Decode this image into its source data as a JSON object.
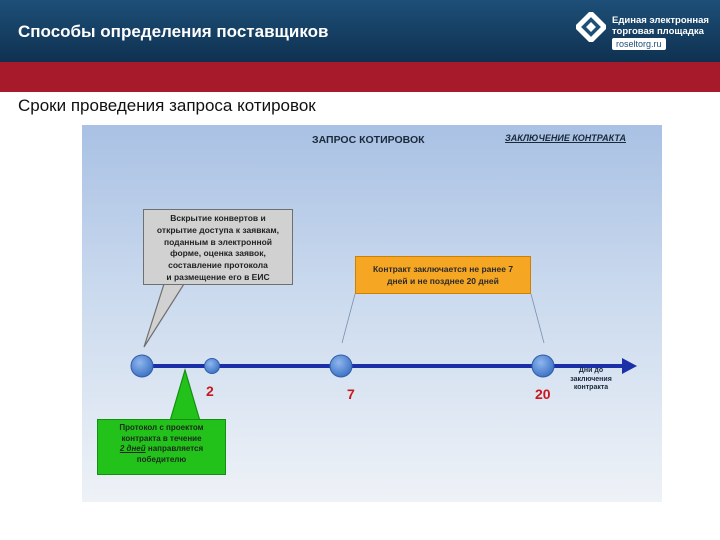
{
  "header": {
    "title": "Способы определения поставщиков",
    "logo": {
      "line1": "Единая электронная",
      "line2": "торговая площадка",
      "url": "roseltorg.ru"
    }
  },
  "subtitle": "Сроки проведения запроса котировок",
  "diagram": {
    "heading_left": "ЗАПРОС КОТИРОВОК",
    "heading_right": "ЗАКЛЮЧЕНИЕ КОНТРАКТА",
    "gray_callout": [
      "Вскрытие конвертов и",
      "открытие доступа к заявкам,",
      "поданным в электронной",
      "форме, оценка заявок,",
      "составление протокола",
      "и размещение его в ЕИС"
    ],
    "orange_callout": [
      "Контракт заключается не ранее 7",
      "дней и не позднее 20 дней"
    ],
    "green_callout": {
      "line1": "Протокол с проектом",
      "line2": "контракта  в течение",
      "line3_em": "2 дней",
      "line3_rest": " направляется",
      "line4": "победителю"
    },
    "timeline": {
      "points": [
        "2",
        "7",
        "20"
      ],
      "axis_label": [
        "Дни до",
        "заключения",
        "контракта"
      ]
    },
    "colors": {
      "axis": "#1a2fa8",
      "marker": "#4f86d6",
      "orange": "#f5a623",
      "green": "#23c21b",
      "number": "#c8171f"
    }
  }
}
